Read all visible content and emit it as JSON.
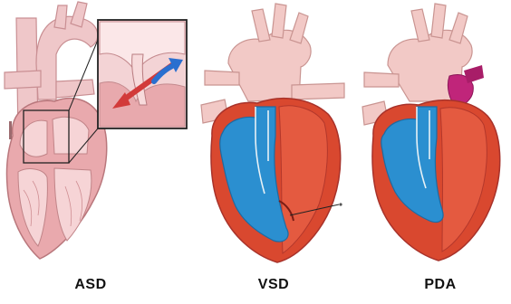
{
  "panels": [
    {
      "label": "ASD"
    },
    {
      "label": "VSD"
    },
    {
      "label": "PDA"
    }
  ],
  "colors": {
    "vessel_pink": "#efc7c9",
    "heart_pink": "#e9a9ad",
    "chamber_red": "#d9482f",
    "chamber_blue": "#2b8fd0",
    "shunt_magenta": "#c0257a",
    "arrow_red": "#d23a3a",
    "arrow_blue": "#2a6fcf"
  },
  "icons": [
    "asd-heart-illustration",
    "asd-zoom-inset",
    "vsd-heart-illustration",
    "pda-heart-illustration"
  ]
}
